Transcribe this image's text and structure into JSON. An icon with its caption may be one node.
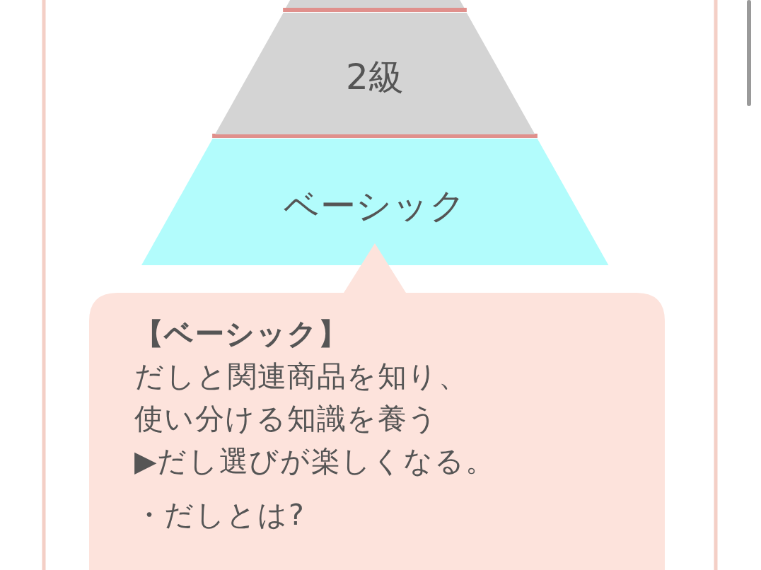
{
  "diagram": {
    "nodes": [
      {
        "text": [],
        "shape": "band"
      },
      {
        "text": [
          "2級"
        ]
      },
      {
        "text": [
          "ベーシック"
        ]
      },
      {
        "text": [
          "【ベーシック】",
          "だしと関連商品を知り、使い分ける知識を養う",
          "▶だし選びが楽しくなる。",
          "・だしとは?"
        ]
      }
    ]
  }
}
